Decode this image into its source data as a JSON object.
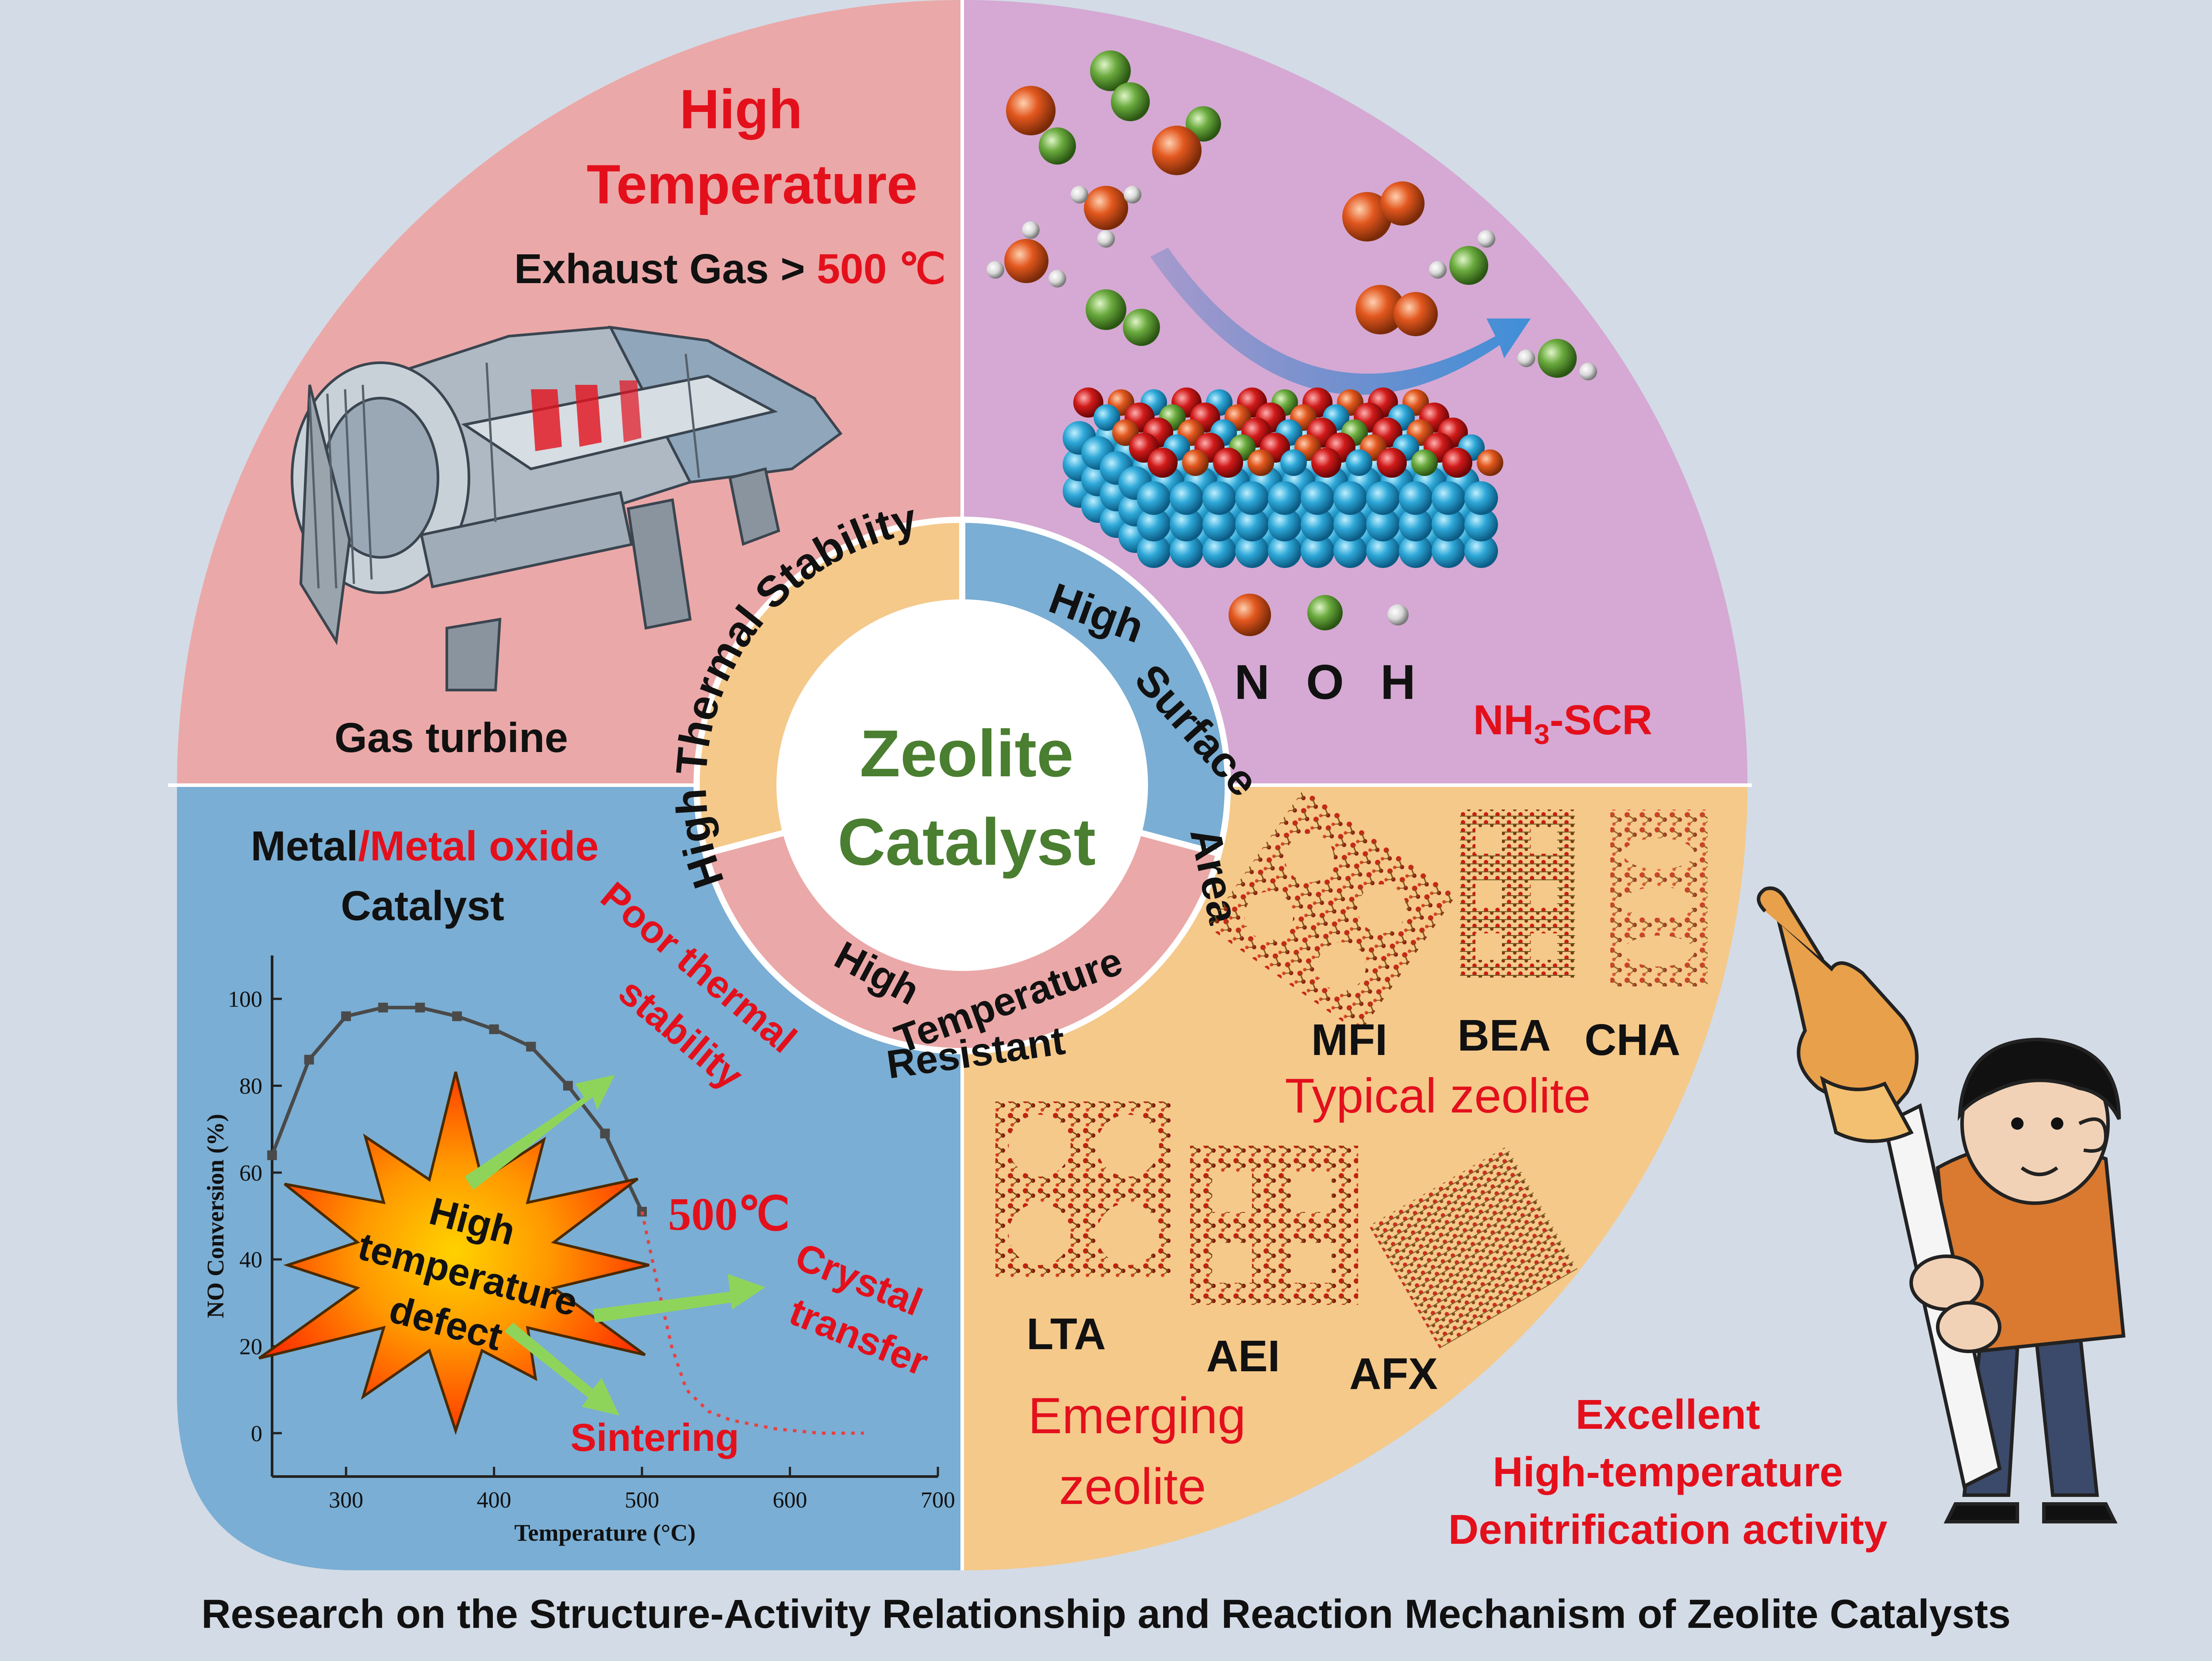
{
  "center": {
    "line1": "Zeolite",
    "line2": "Catalyst"
  },
  "ring": {
    "thermal": "High Thermal Stability",
    "surface_1": "High",
    "surface_2": "Surface",
    "surface_3": "Area",
    "temp_1": "High",
    "temp_2": "Temperature",
    "temp_3": "Resistant"
  },
  "top_left": {
    "title_1": "High",
    "title_2": "Temperature",
    "exhaust_prefix": "Exhaust Gas > ",
    "exhaust_value": "500 ℃",
    "caption": "Gas turbine"
  },
  "top_right": {
    "legend": [
      "N",
      "O",
      "H"
    ],
    "caption_nh": "NH",
    "caption_sub": "3",
    "caption_scr": "-SCR"
  },
  "bottom_left": {
    "title_metal": "Metal",
    "title_oxide": "/Metal oxide",
    "title_catalyst": "Catalyst",
    "poor_1": "Poor thermal",
    "poor_2": "stability",
    "crystal_1": "Crystal",
    "crystal_2": "transfer",
    "sintering": "Sintering",
    "defect_1": "High",
    "defect_2": "temperature",
    "defect_3": "defect",
    "temp_marker": "500℃"
  },
  "bottom_right": {
    "typical": [
      "MFI",
      "BEA",
      "CHA"
    ],
    "typical_caption": "Typical zeolite",
    "emerging": [
      "LTA",
      "AEI",
      "AFX"
    ],
    "emerging_caption_1": "Emerging",
    "emerging_caption_2": "zeolite",
    "excellent_1": "Excellent",
    "excellent_2": "High-temperature",
    "excellent_3": "Denitrification activity"
  },
  "footer": "Research on the Structure-Activity Relationship and Reaction Mechanism of Zeolite Catalysts",
  "colors": {
    "background": "#d3dbe6",
    "top_left": "#eba8a8",
    "top_right": "#d5a9d3",
    "bottom_left": "#7aaed4",
    "bottom_right": "#f5c98a",
    "accent_red": "#e3101c",
    "accent_green": "#4a7e30",
    "nitrogen": "#e2571e",
    "oxygen": "#6aaa3e",
    "hydrogen": "#e6e6e6"
  },
  "chart_data": {
    "type": "line",
    "xlabel": "Temperature (°C)",
    "ylabel": "NO Conversion (%)",
    "xlim": [
      250,
      700
    ],
    "ylim": [
      -10,
      110
    ],
    "xticks": [
      300,
      400,
      500,
      600,
      700
    ],
    "yticks": [
      0,
      20,
      40,
      60,
      80,
      100
    ],
    "series": [
      {
        "x": [
          250,
          275,
          300,
          325,
          350,
          375,
          400,
          425,
          450,
          475,
          500
        ],
        "y": [
          64,
          86,
          96,
          98,
          98,
          96,
          93,
          89,
          80,
          69,
          51
        ]
      },
      {
        "x": [
          500,
          510,
          520,
          530,
          545,
          560,
          590,
          620,
          650
        ],
        "y": [
          51,
          35,
          20,
          10,
          5,
          3,
          1,
          0,
          0
        ]
      }
    ]
  }
}
